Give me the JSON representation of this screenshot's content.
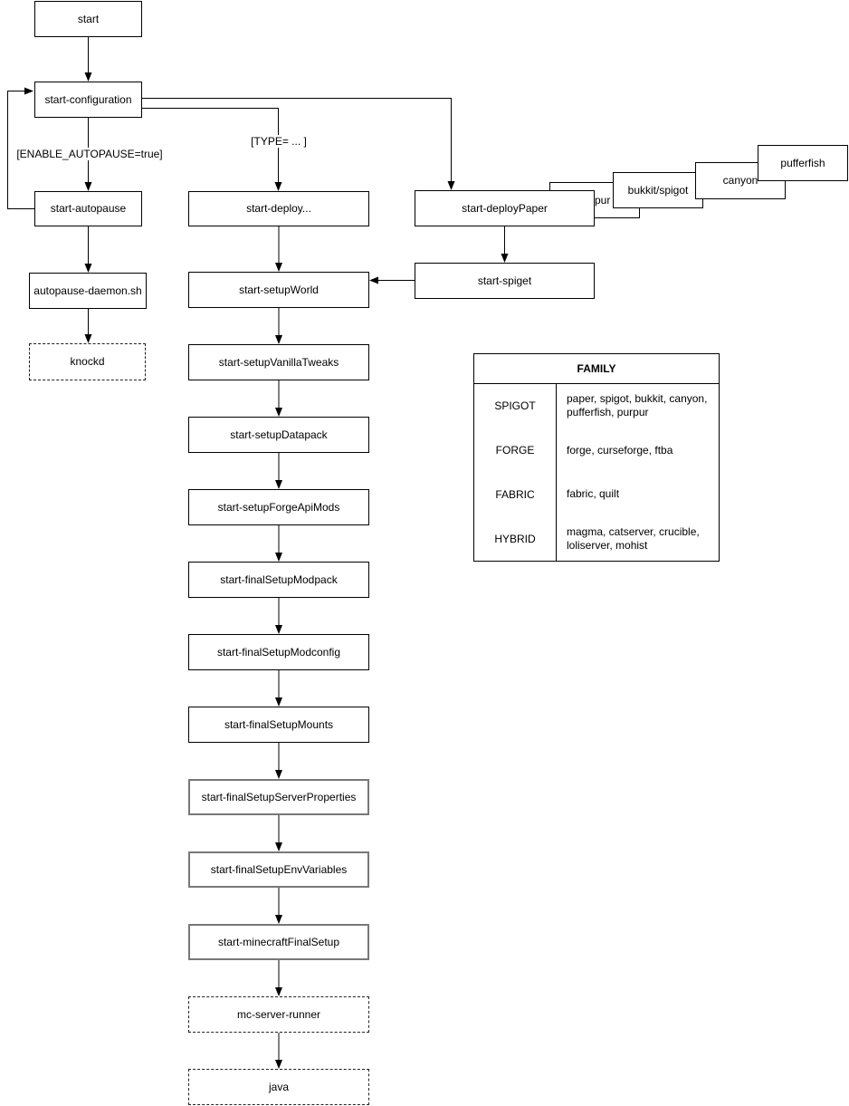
{
  "nodes": {
    "start": "start",
    "configuration": "start-configuration",
    "autopause": "start-autopause",
    "autopause_daemon": "autopause-daemon.sh",
    "knockd": "knockd",
    "deploy": "start-deploy...",
    "deploy_paper": "start-deployPaper",
    "purpur": "purpur",
    "bukkit_spigot": "bukkit/spigot",
    "canyon": "canyon",
    "pufferfish": "pufferfish",
    "spiget": "start-spiget",
    "setup_world": "start-setupWorld",
    "setup_vanilla_tweaks": "start-setupVanillaTweaks",
    "setup_datapack": "start-setupDatapack",
    "setup_forge_api_mods": "start-setupForgeApiMods",
    "final_setup_modpack": "start-finalSetupModpack",
    "final_setup_modconfig": "start-finalSetupModconfig",
    "final_setup_mounts": "start-finalSetupMounts",
    "final_setup_server_properties": "start-finalSetupServerProperties",
    "final_setup_env_variables": "start-finalSetupEnvVariables",
    "minecraft_final_setup": "start-minecraftFinalSetup",
    "mc_server_runner": "mc-server-runner",
    "java": "java"
  },
  "edge_labels": {
    "enable_autopause": "[ENABLE_AUTOPAUSE=true]",
    "type": "[TYPE= ... ]"
  },
  "family_table": {
    "title": "FAMILY",
    "rows": [
      {
        "family": "SPIGOT",
        "servers": "paper, spigot, bukkit, canyon, pufferfish, purpur"
      },
      {
        "family": "FORGE",
        "servers": "forge, curseforge, ftba"
      },
      {
        "family": "FABRIC",
        "servers": "fabric, quilt"
      },
      {
        "family": "HYBRID",
        "servers": "magma, catserver, crucible, loliserver, mohist"
      }
    ]
  },
  "colors": {
    "background": "#ffffff",
    "node_fill": "#ffffff",
    "node_border": "#000000",
    "emphasis_node_border": "#787878",
    "edge": "#000000",
    "text": "#000000"
  }
}
